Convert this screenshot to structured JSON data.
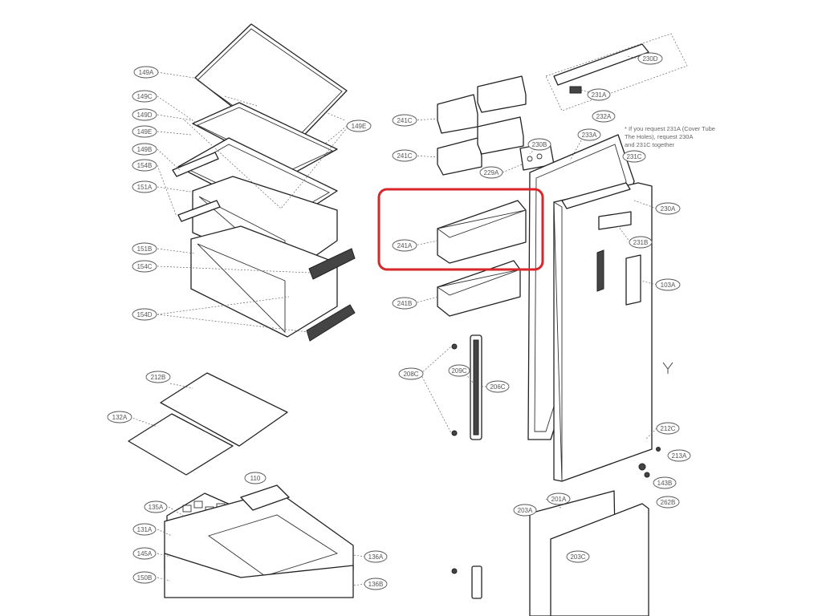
{
  "note": {
    "lines": [
      "* If you request 231A (Cover Tube",
      "The Holes), request 230A",
      "and 231C together"
    ]
  },
  "labels": {
    "l_149a": "149A",
    "l_149c": "149C",
    "l_149d": "149D",
    "l_149e": "149E",
    "l_149b": "149B",
    "l_154b": "154B",
    "l_151a": "151A",
    "l_151b": "151B",
    "l_154c": "154C",
    "l_154d": "154D",
    "l_241c1": "241C",
    "l_241c2": "241C",
    "l_241a": "241A",
    "l_241b": "241B",
    "l_230b": "230B",
    "l_229a": "229A",
    "l_230d": "230D",
    "l_231a": "231A",
    "l_232a": "232A",
    "l_233a": "233A",
    "l_231c": "231C",
    "l_230a": "230A",
    "l_231b": "231B",
    "l_103a": "103A",
    "l_208c": "208C",
    "l_209c": "209C",
    "l_206c": "206C",
    "l_212b": "212B",
    "l_132a": "132A",
    "l_212c": "212C",
    "l_213a": "213A",
    "l_143b": "143B",
    "l_262b": "262B",
    "l_110": "110",
    "l_135a": "135A",
    "l_131a": "131A",
    "l_145a": "145A",
    "l_136a": "136A",
    "l_150b": "150B",
    "l_136b": "136B",
    "l_203a": "203A",
    "l_201a": "201A",
    "l_203c": "203C"
  }
}
